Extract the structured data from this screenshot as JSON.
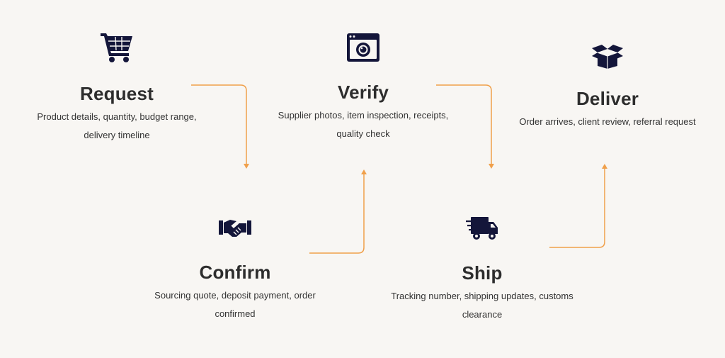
{
  "steps": {
    "request": {
      "title": "Request",
      "line1": "Product details, quantity, budget range,",
      "line2": "delivery timeline",
      "icon": "shopping-cart-icon"
    },
    "confirm": {
      "title": "Confirm",
      "line1": "Sourcing quote, deposit payment, order",
      "line2": "confirmed",
      "icon": "handshake-icon"
    },
    "verify": {
      "title": "Verify",
      "line1": "Supplier photos, item inspection, receipts,",
      "line2": "quality check",
      "icon": "camera-window-icon"
    },
    "ship": {
      "title": "Ship",
      "line1": "Tracking number, shipping updates, customs",
      "line2": "clearance",
      "icon": "delivery-truck-icon"
    },
    "deliver": {
      "title": "Deliver",
      "line1": "Order arrives, client review, referral request",
      "line2": "",
      "icon": "open-box-icon"
    }
  },
  "colors": {
    "background": "#f8f6f3",
    "icon": "#14163a",
    "connector": "#f0a04b",
    "text": "#2d2d2d"
  }
}
